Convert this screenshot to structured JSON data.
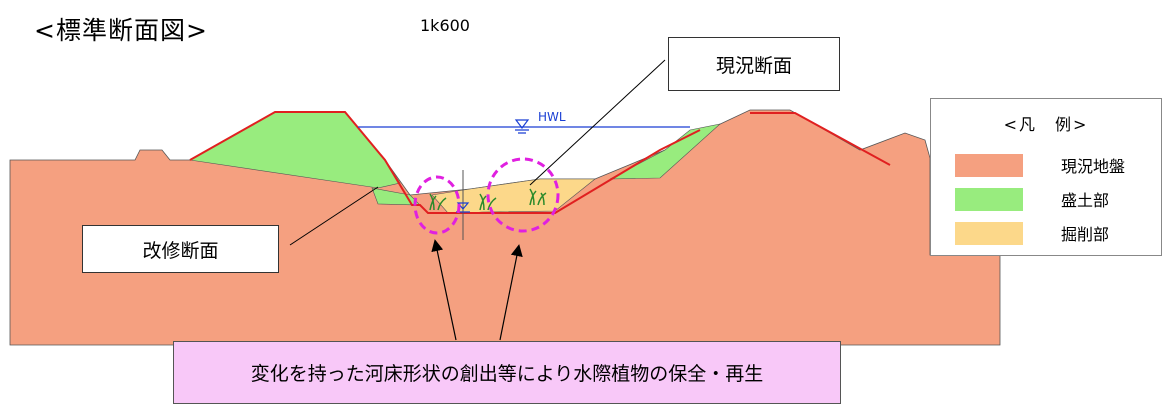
{
  "header": {
    "title": "<標準断面図>",
    "station": "1k600"
  },
  "callouts": {
    "current_section": "現況断面",
    "improved_section": "改修断面"
  },
  "water_level": {
    "label": "HWL",
    "line_color": "#1a3fd4"
  },
  "legend": {
    "title": "<凡　例>",
    "items": [
      {
        "label": "現況地盤",
        "color": "#f5a080"
      },
      {
        "label": "盛土部",
        "color": "#98ec7e"
      },
      {
        "label": "掘削部",
        "color": "#fcd88a"
      }
    ]
  },
  "note": {
    "text": "変化を持った河床形状の創出等により水際植物の保全・再生",
    "background": "#f8c8f8"
  },
  "colors": {
    "improved_section_line": "#e02020",
    "highlight_circle": "#e020e0"
  }
}
